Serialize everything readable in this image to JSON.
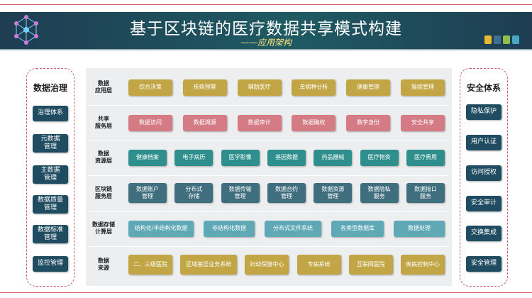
{
  "header": {
    "title": "基于区块链的医疗数据共享模式构建",
    "subtitle": "——应用架构"
  },
  "colors": {
    "banner": "#1e3d52",
    "accent": "#c95a66",
    "subtitle": "#ffe07a",
    "square_yellow": "#e8b92f",
    "square_blue": "#3f6f93",
    "square_green": "#8fbf4a",
    "square_cyan": "#49a7c5"
  },
  "left_panel": {
    "title": "数据治理",
    "items": [
      "治理体系",
      "元数据\n管理",
      "主数据\n管理",
      "数据质量\n管理",
      "数据标准\n管理",
      "监控管理"
    ]
  },
  "right_panel": {
    "title": "安全体系",
    "items": [
      "隐私保护",
      "用户认证",
      "访问授权",
      "安全审计",
      "交换集成",
      "安全管理"
    ]
  },
  "layers": [
    {
      "label": "数据\n应用层",
      "color": "#c2a645",
      "items": [
        "综合决策",
        "疾病预警",
        "辅助医疗",
        "单病种分析",
        "健康管理",
        "慢病管理"
      ]
    },
    {
      "label": "共享\n服务层",
      "color": "#d47b85",
      "items": [
        "数据访问",
        "数据溯源",
        "数据审计",
        "数据确权",
        "数字身份",
        "安全共享"
      ]
    },
    {
      "label": "数据\n资源层",
      "color": "#2f8f8c",
      "items": [
        "健康档案",
        "电子病历",
        "医学影像",
        "基因数据",
        "药品器械",
        "医疗物资",
        "医疗费用"
      ]
    },
    {
      "label": "区块链\n服务层",
      "color": "#3f6f7f",
      "items": [
        "数据账户\n管理",
        "分布式\n存储",
        "数据传输\n管理",
        "数据合约\n管理",
        "数据资源\n管理",
        "数据隐私\n服务",
        "数据接口\n服务"
      ]
    },
    {
      "label": "数据存储\n计算层",
      "color": "#5fa9b7",
      "items": [
        "结构化/半结构化数据",
        "非结构化数据",
        "分布式文件系统",
        "各类型数据库",
        "数据处理"
      ]
    },
    {
      "label": "数据\n来源",
      "color": "#c2a645",
      "items": [
        "二、三级医院",
        "区域基层业务系统",
        "妇幼保健中心",
        "专病系统",
        "互联网医院",
        "疾病控制中心"
      ]
    }
  ]
}
